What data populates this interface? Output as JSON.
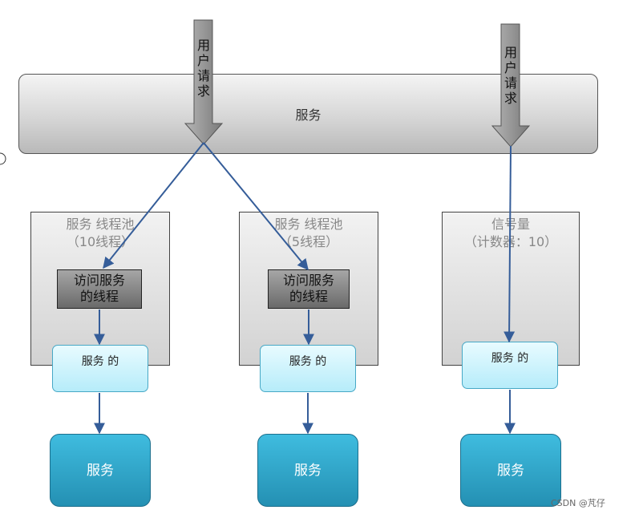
{
  "service_bar": {
    "label": "服务"
  },
  "request_arrows": [
    {
      "label": "用\n户\n请\n求"
    },
    {
      "label": "用\n户\n请\n求"
    }
  ],
  "pools": [
    {
      "title": "服务  线程池",
      "subtitle": "（10线程）",
      "thread_label": "访问服务\n的线程",
      "service_of": "服务  的",
      "service": "服务"
    },
    {
      "title": "服务  线程池",
      "subtitle": "（5线程）",
      "thread_label": "访问服务\n的线程",
      "service_of": "服务  的",
      "service": "服务"
    },
    {
      "title": "信号量",
      "subtitle": "（计数器：10）",
      "service_of": "服务  的",
      "service": "服务"
    }
  ],
  "watermark": "CSDN @芃仔",
  "colors": {
    "arrow_line": "#355d99",
    "request_arrow": "#8c8c8c",
    "service_end": "#2a9fc5"
  }
}
